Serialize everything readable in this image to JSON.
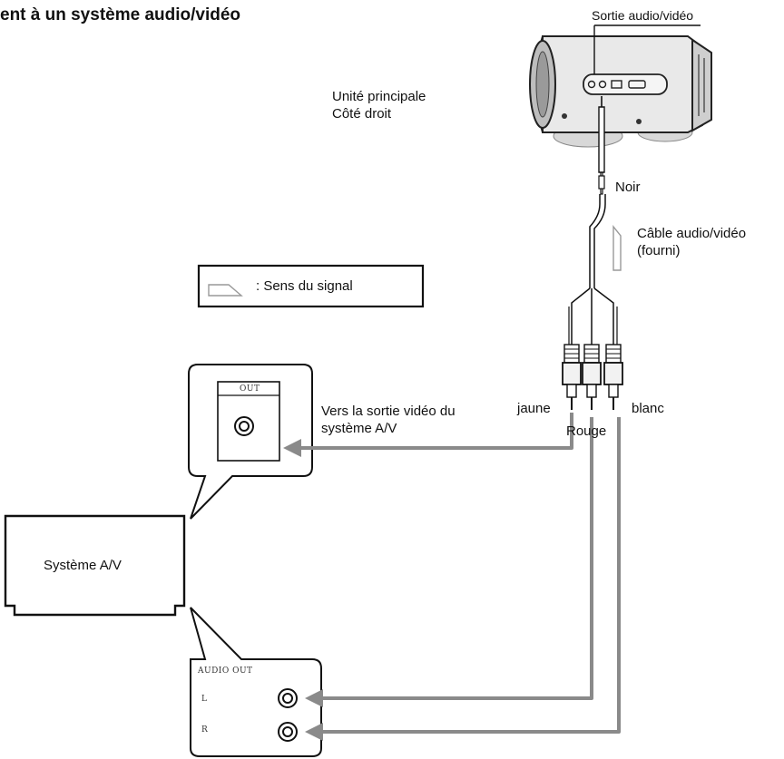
{
  "title": "ent à un système audio/vidéo",
  "camera": {
    "port_label": "Sortie audio/vidéo",
    "unit_line1": "Unité principale",
    "unit_line2": "Côté droit"
  },
  "cable": {
    "plug_color": "Noir",
    "name_line1": "Câble audio/vidéo",
    "name_line2": "(fourni)",
    "plug_yellow": "jaune",
    "plug_red": "Rouge",
    "plug_white": "blanc"
  },
  "legend": {
    "text": ": Sens du signal"
  },
  "video_panel": {
    "jack_label": "OUT",
    "caption_line1": "Vers la sortie vidéo du",
    "caption_line2": "système A/V"
  },
  "av_system": {
    "label": "Système A/V"
  },
  "audio_panel": {
    "header": "AUDIO OUT",
    "left": "L",
    "right": "R"
  },
  "colors": {
    "line": "#111111",
    "signal_arrow": "#8a8a8a",
    "camera_body": "#e9e9e9"
  }
}
